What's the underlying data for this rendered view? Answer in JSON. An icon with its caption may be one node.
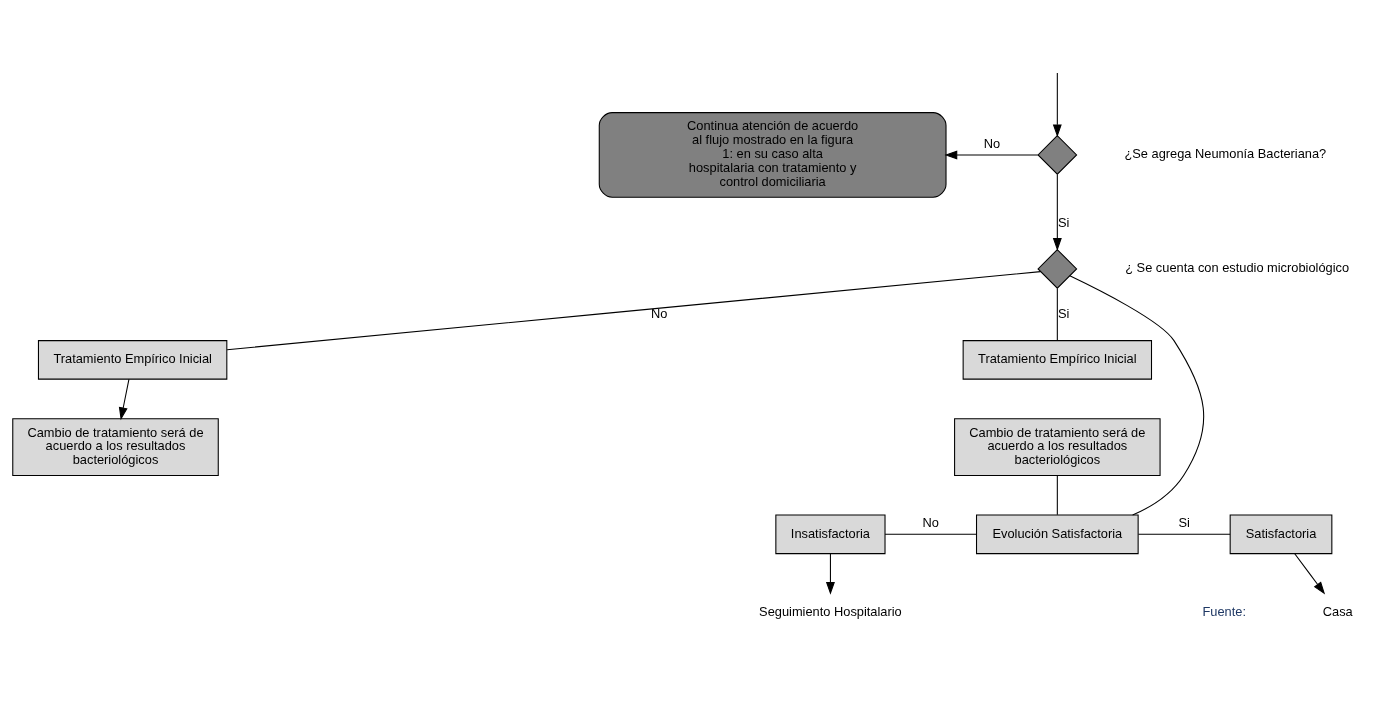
{
  "diagram": {
    "nodes": [
      {
        "text": [
          "Continua atención de acuerdo al flujo mostrado en la figura 1: en su caso alta hospitalaria con tratamiento y control domiciliaria"
        ]
      },
      {
        "text": [],
        "shape": "diamond",
        "beside": [
          "¿Se agrega Neumonía Bacteriana?"
        ]
      },
      {
        "text": [],
        "shape": "diamond",
        "beside": [
          "¿ Se cuenta con estudio microbiológico"
        ]
      },
      {
        "text": [
          "Tratamiento Empírico Inicial"
        ]
      },
      {
        "text": [
          "Tratamiento Empírico Inicial"
        ]
      },
      {
        "text": [
          "Cambio de tratamiento será de acuerdo a los resultados bacteriológicos"
        ]
      },
      {
        "text": [
          "Cambio de tratamiento será de acuerdo a los resultados bacteriológicos"
        ]
      },
      {
        "text": [
          "Insatisfactoria"
        ]
      },
      {
        "text": [
          "Evolución Satisfactoria"
        ]
      },
      {
        "text": [
          "Satisfactoria"
        ]
      },
      {
        "text": [
          "Seguimiento Hospitalario"
        ]
      },
      {
        "text": [
          "Casa"
        ]
      }
    ],
    "edges": [
      {
        "from": null,
        "to": 1,
        "arrow": "to"
      },
      {
        "from": 1,
        "to": 0,
        "arrow": "to",
        "label": "No"
      },
      {
        "from": 1,
        "to": 2,
        "arrow": "to",
        "label": "Si"
      },
      {
        "from": 2,
        "to": 3,
        "arrow": "none",
        "label": "No"
      },
      {
        "from": 2,
        "to": 4,
        "arrow": "none",
        "label": "Si"
      },
      {
        "from": 3,
        "to": 5,
        "arrow": "to"
      },
      {
        "from": 2,
        "to": 8,
        "arrow": "none"
      },
      {
        "from": 6,
        "to": 8,
        "arrow": "none"
      },
      {
        "from": 8,
        "to": 7,
        "arrow": "none",
        "label": "No"
      },
      {
        "from": 8,
        "to": 9,
        "arrow": "none",
        "label": "Si"
      },
      {
        "from": 7,
        "to": 10,
        "arrow": "to"
      },
      {
        "from": 9,
        "to": 11,
        "arrow": "to"
      }
    ],
    "labels": [
      "Fuente:"
    ]
  }
}
